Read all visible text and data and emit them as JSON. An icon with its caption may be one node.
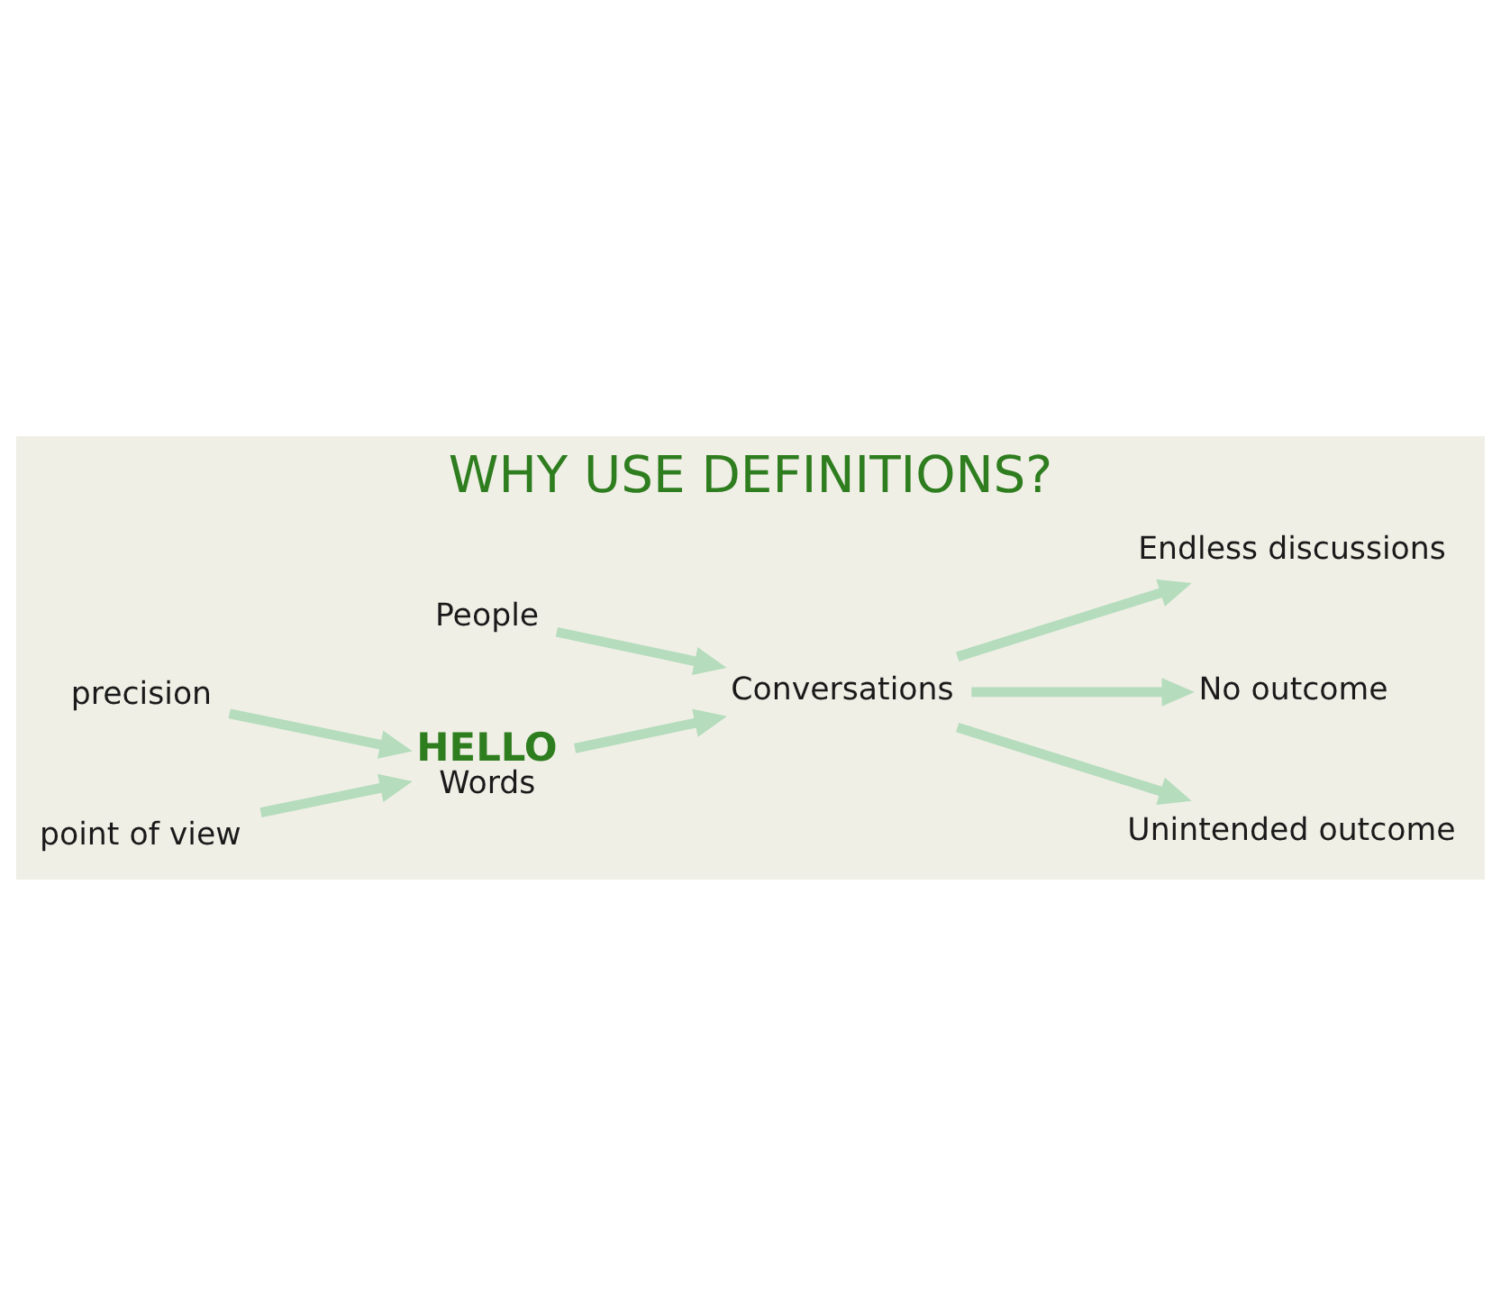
{
  "diagram": {
    "title": "WHY USE DEFINITIONS?",
    "nodes": [
      {
        "text": [
          "People"
        ]
      },
      {
        "text": [
          "Conversations"
        ]
      },
      {
        "text": [
          "HELLO",
          "Words"
        ]
      },
      {
        "text": [
          "precision"
        ]
      },
      {
        "text": [
          "point of view"
        ]
      },
      {
        "text": [
          "Endless discussions"
        ]
      },
      {
        "text": [
          "No outcome"
        ]
      },
      {
        "text": [
          "Unintended outcome"
        ]
      }
    ],
    "edges": [
      {
        "from": 0,
        "to": 1,
        "arrow": "to"
      },
      {
        "from": 2,
        "to": 1,
        "arrow": "to"
      },
      {
        "from": 3,
        "to": 2,
        "arrow": "to"
      },
      {
        "from": 4,
        "to": 2,
        "arrow": "to"
      },
      {
        "from": 1,
        "to": 5,
        "arrow": "to"
      },
      {
        "from": 1,
        "to": 6,
        "arrow": "to"
      },
      {
        "from": 1,
        "to": 7,
        "arrow": "to"
      }
    ]
  }
}
